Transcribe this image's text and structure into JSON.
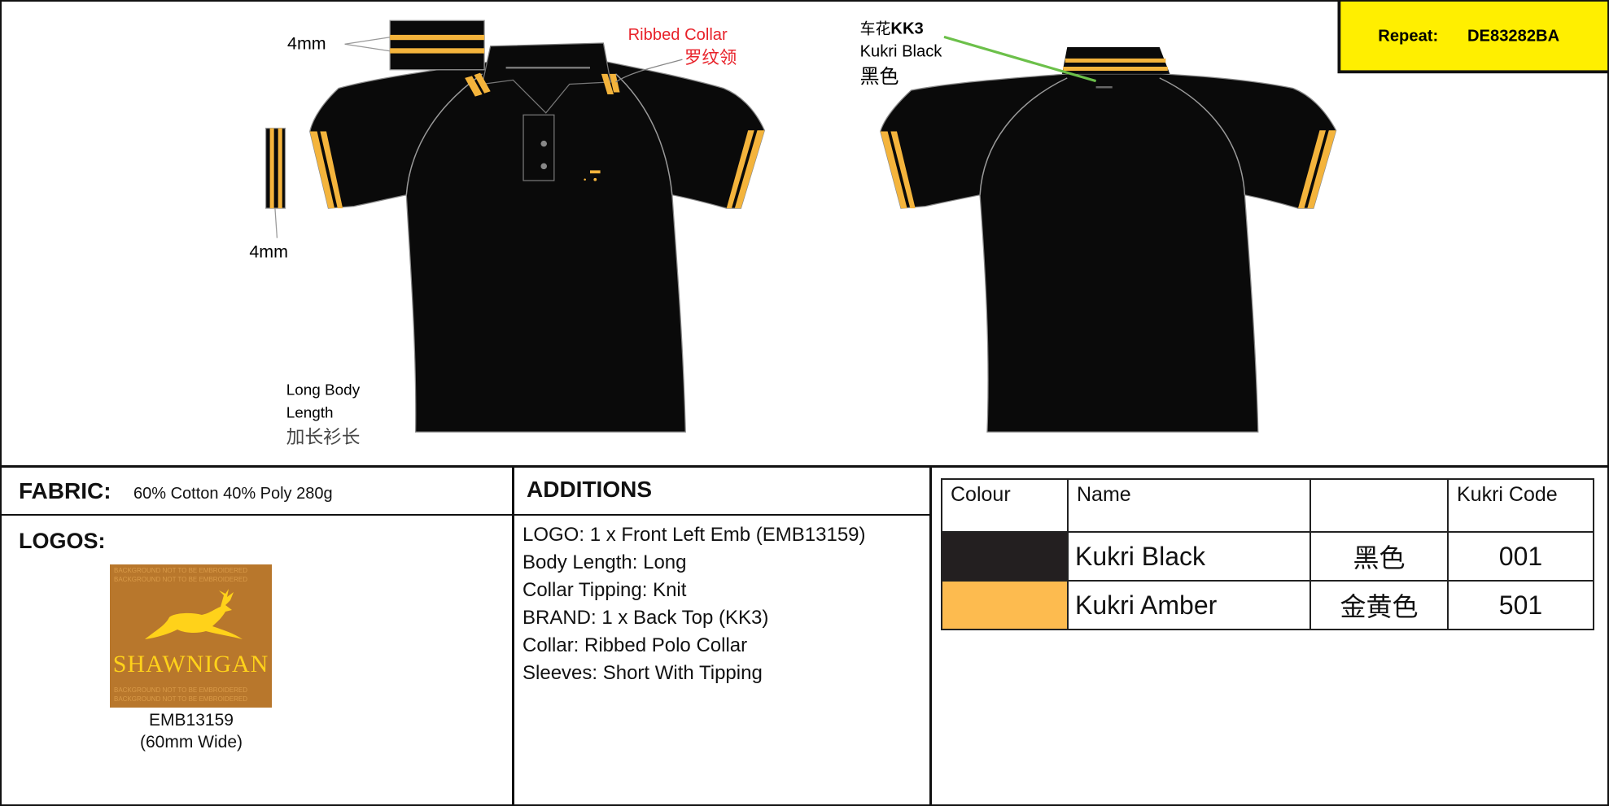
{
  "repeat": {
    "label": "Repeat:",
    "code": "DE83282BA"
  },
  "front": {
    "stripe_top_label": "4mm",
    "stripe_side_label": "4mm",
    "collar_label_en": "Ribbed Collar",
    "collar_label_cn": "罗纹领",
    "body_label_line1": "Long Body",
    "body_label_line2": "Length",
    "body_label_cn": "加长衫长"
  },
  "back": {
    "brand_prefix_cn": "车花",
    "brand_code": "KK3",
    "brand_colour": "Kukri Black",
    "brand_colour_cn": "黑色"
  },
  "fabric": {
    "label": "FABRIC:",
    "value": "60% Cotton 40% Poly 280g"
  },
  "logos": {
    "label": "LOGOS:",
    "logo_text": "SHAWNIGAN",
    "logo_background_text": "BACKGROUND NOT TO BE EMBROIDERED",
    "code": "EMB13159",
    "size": "(60mm Wide)"
  },
  "additions": {
    "title": "ADDITIONS",
    "lines": [
      "LOGO: 1 x Front Left Emb (EMB13159)",
      "Body Length: Long",
      "Collar Tipping: Knit",
      "BRAND: 1 x Back Top (KK3)",
      "Collar: Ribbed Polo Collar",
      "Sleeves: Short  With Tipping"
    ]
  },
  "colour_table": {
    "headers": [
      "Colour",
      "Name",
      "",
      "Kukri Code"
    ],
    "rows": [
      {
        "swatch": "#231f20",
        "name": "Kukri Black",
        "name_cn": "黑色",
        "code": "001"
      },
      {
        "swatch": "#fdbb4f",
        "name": "Kukri Amber",
        "name_cn": "金黄色",
        "code": "501"
      }
    ]
  },
  "colors": {
    "garment": "#0a0a0a",
    "tipping": "#f4b43c",
    "repeat_bg": "#ffef00",
    "callout_red": "#e8222a",
    "callout_green": "#6cc04a"
  }
}
